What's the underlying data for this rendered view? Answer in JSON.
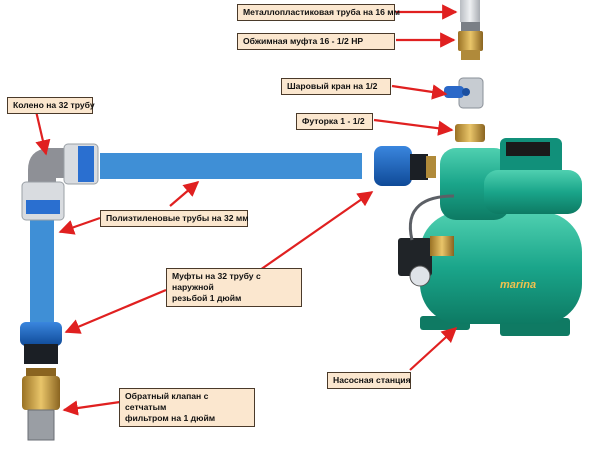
{
  "colors": {
    "pipe_blue": "#3f8fd6",
    "coupling_blue": "#1d62b8",
    "pump_green": "#1aa58a",
    "arrow_red": "#e02020",
    "label_bg": "#fbe7cf",
    "brass": "#c89a3c"
  },
  "labels": {
    "metal_plastic_pipe": "Металлопластиковая труба на 16 мм",
    "crimp_coupling": "Обжимная муфта 16 - 1/2 НР",
    "ball_valve": "Шаровый кран на 1/2",
    "bushing": "Футорка 1 - 1/2",
    "elbow": "Колено на 32 трубу",
    "pe_pipes": "Полиэтиленовые трубы на 32 мм",
    "couplings_line1": "Муфты на 32 трубу с наружной",
    "couplings_line2": "резьбой 1 дюйм",
    "pump_station": "Насосная станция",
    "check_valve_line1": "Обратный клапан с сетчатым",
    "check_valve_line2": "фильтром на 1 дюйм"
  },
  "brand": "marina"
}
